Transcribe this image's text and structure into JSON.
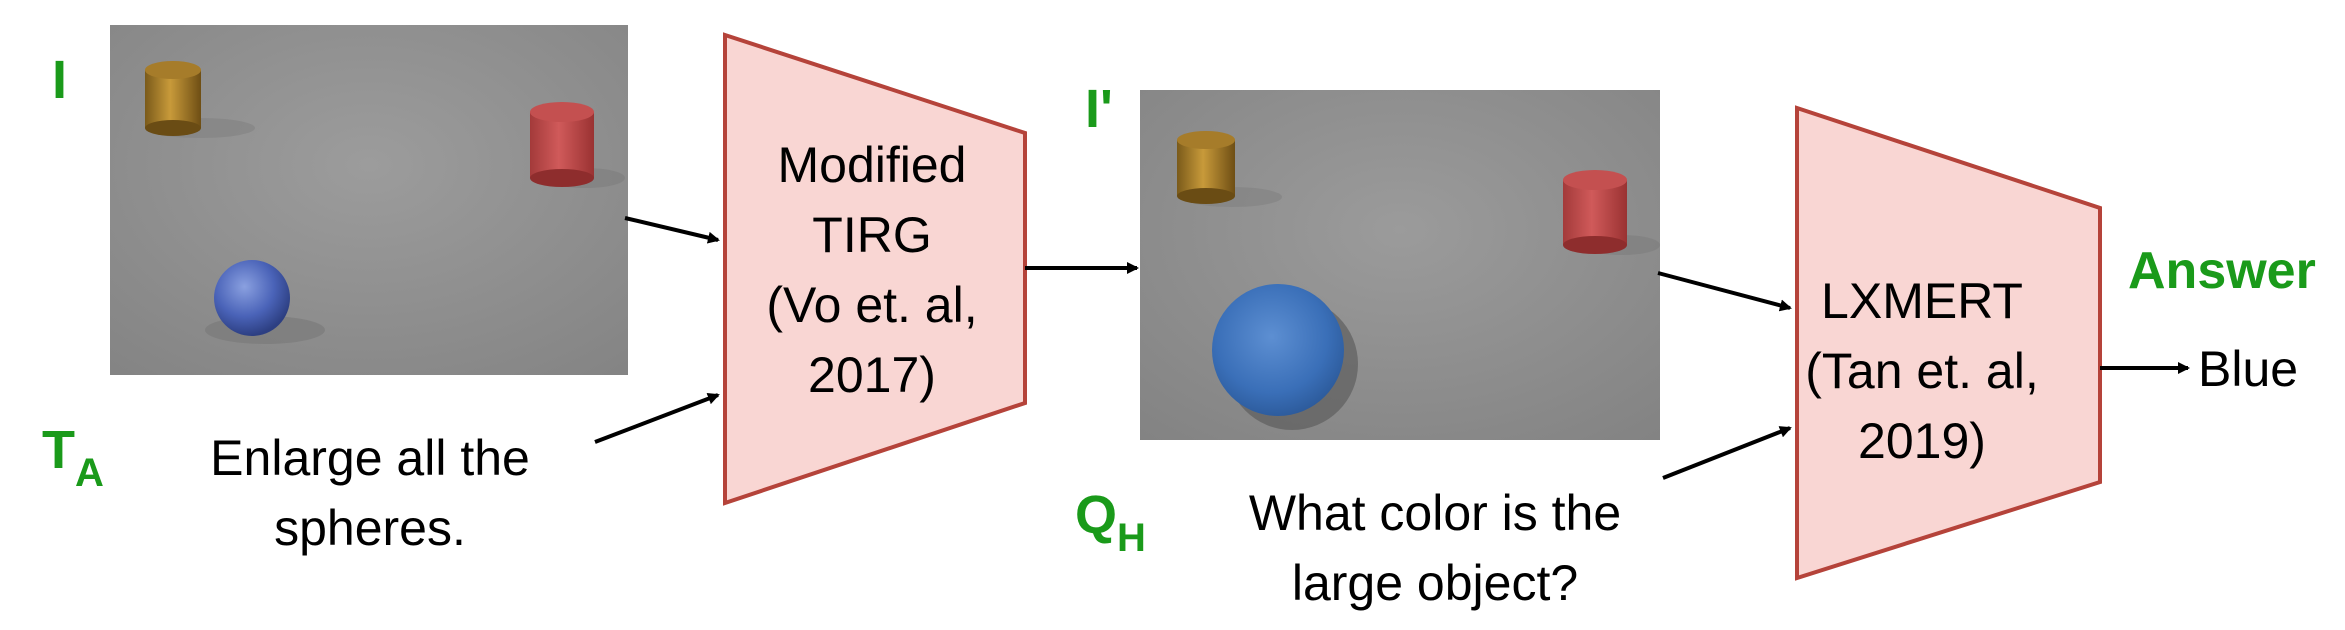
{
  "colors": {
    "label_green": "#1a9a1a",
    "module_fill": "#f9d6d3",
    "module_stroke": "#b5433a",
    "arrow": "#000000"
  },
  "labels": {
    "input_image": "I",
    "text_attr_main": "T",
    "text_attr_sub": "A",
    "output_image": "I'",
    "question_main": "Q",
    "question_sub": "H",
    "answer_title": "Answer"
  },
  "texts": {
    "instruction_line1": "Enlarge all the",
    "instruction_line2": "spheres.",
    "question_line1": "What color is the",
    "question_line2": "large object?",
    "answer_value": "Blue"
  },
  "modules": {
    "tirg": {
      "lines": [
        "Modified",
        "TIRG",
        "(Vo et. al,",
        "2017)"
      ]
    },
    "lxmert": {
      "lines": [
        "LXMERT",
        "(Tan et. al,",
        "2019)"
      ]
    }
  },
  "images": {
    "input_scene": {
      "description_icon": "clevr-scene-icon",
      "objects": [
        "gold-cylinder",
        "red-cylinder",
        "blue-sphere-small"
      ]
    },
    "output_scene": {
      "description_icon": "clevr-scene-icon",
      "objects": [
        "gold-cylinder",
        "red-cylinder",
        "blue-sphere-large"
      ]
    }
  }
}
